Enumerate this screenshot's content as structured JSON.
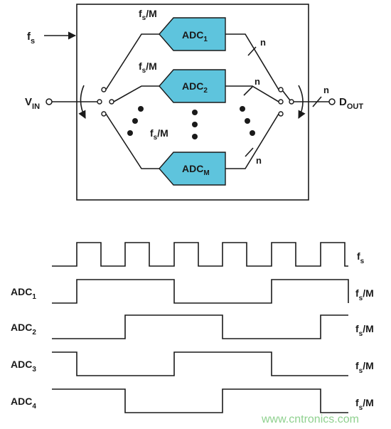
{
  "colors": {
    "adc_fill": "#5ec4dd",
    "line": "#1a1a1a",
    "watermark": "#8fd18f"
  },
  "block_diagram": {
    "input_clock": {
      "base": "f",
      "sub": "s"
    },
    "input": {
      "base": "V",
      "sub": "IN"
    },
    "output": {
      "base": "D",
      "sub": "OUT"
    },
    "clock_div": {
      "base": "f",
      "sub": "s",
      "tail": "/M"
    },
    "bus_width_label": "n",
    "adcs": [
      {
        "base": "ADC",
        "sub": "1"
      },
      {
        "base": "ADC",
        "sub": "2"
      },
      {
        "base": "ADC",
        "sub": "M"
      }
    ],
    "ellipsis_icon": "vertical-dots-icon"
  },
  "timing": {
    "rows": [
      {
        "name": {
          "base": "",
          "sub": ""
        },
        "right": {
          "base": "f",
          "sub": "s",
          "tail": ""
        },
        "levels": [
          0,
          1,
          0,
          1,
          0,
          1,
          0,
          1,
          0,
          1,
          0,
          1,
          0
        ],
        "kind": "clock"
      },
      {
        "name": {
          "base": "ADC",
          "sub": "1"
        },
        "right": {
          "base": "f",
          "sub": "s",
          "tail": "/M"
        },
        "levels": [
          0,
          1,
          0,
          1,
          0
        ],
        "kind": "adc"
      },
      {
        "name": {
          "base": "ADC",
          "sub": "2"
        },
        "right": {
          "base": "f",
          "sub": "s",
          "tail": "/M"
        },
        "levels": [
          0,
          1,
          0,
          1
        ],
        "kind": "adc"
      },
      {
        "name": {
          "base": "ADC",
          "sub": "3"
        },
        "right": {
          "base": "f",
          "sub": "s",
          "tail": "/M"
        },
        "levels": [
          1,
          0,
          1,
          0
        ],
        "kind": "adc"
      },
      {
        "name": {
          "base": "ADC",
          "sub": "4"
        },
        "right": {
          "base": "f",
          "sub": "s",
          "tail": "/M"
        },
        "levels": [
          1,
          0,
          1,
          0
        ],
        "kind": "adc"
      }
    ]
  },
  "watermark": "www.cntronics.com"
}
